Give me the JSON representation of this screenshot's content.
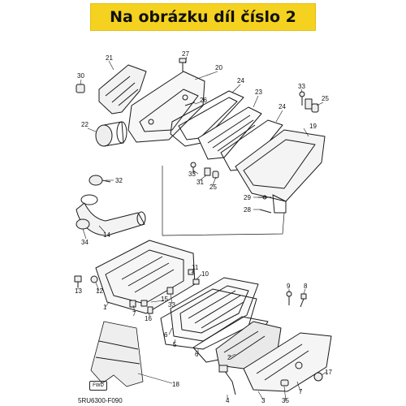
{
  "banner": {
    "title": "Na obrázku díl číslo 2",
    "bg": "#f5d21f"
  },
  "footer": {
    "code": "5RU6300-F090",
    "fwd": "FWD"
  },
  "callouts": [
    "21",
    "27",
    "20",
    "30",
    "26",
    "24",
    "23",
    "33",
    "25",
    "24",
    "22",
    "19",
    "33",
    "31",
    "25",
    "32",
    "29",
    "28",
    "14",
    "34",
    "11",
    "10",
    "12",
    "13",
    "33",
    "15",
    "7",
    "9",
    "8",
    "1",
    "5",
    "6",
    "16",
    "6",
    "2",
    "18",
    "4",
    "3",
    "35",
    "17",
    "7"
  ]
}
